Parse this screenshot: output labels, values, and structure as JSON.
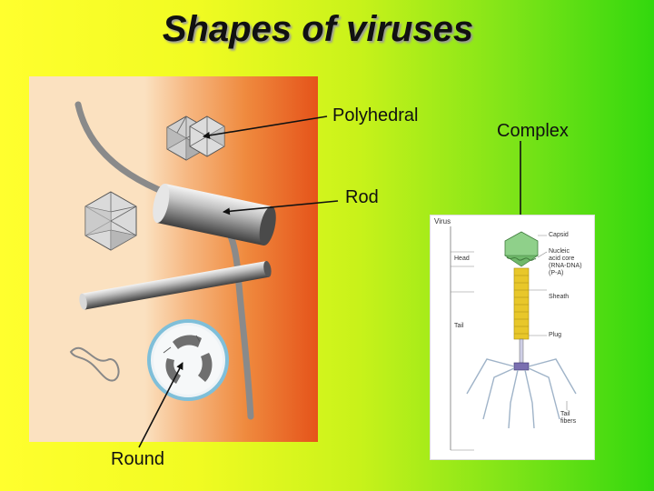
{
  "title": "Shapes of viruses",
  "labels": {
    "polyhedral": "Polyhedral",
    "rod": "Rod",
    "round": "Round",
    "complex": "Complex"
  },
  "phage": {
    "virus": "Virus",
    "head": "Head",
    "tail": "Tail",
    "capsid": "Capsid",
    "nucleic_1": "Nucleic",
    "nucleic_2": "acid core",
    "nucleic_3": "(RNA-DNA)",
    "nucleic_4": "(P-A)",
    "sheath": "Sheath",
    "plug": "Plug",
    "tail_fibers_1": "Tail",
    "tail_fibers_2": "fibers"
  },
  "colors": {
    "panel_light": "#fbe1c0",
    "panel_dark": "#e5531a",
    "capsid": "#8fd08a",
    "sheath": "#e8c72a",
    "base_plate": "#7a6fb0"
  }
}
